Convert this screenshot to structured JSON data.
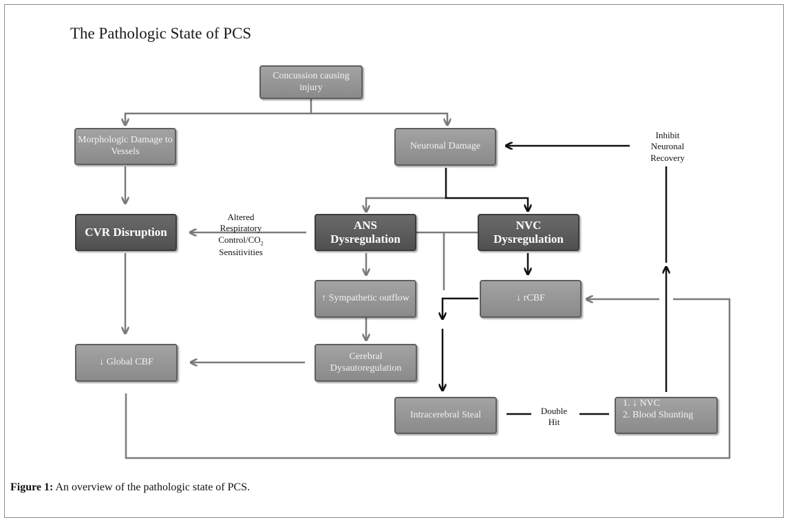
{
  "title": "The Pathologic State of PCS",
  "nodes": {
    "concussion": "Concussion causing injury",
    "morphologic": "Morphologic Damage to Vessels",
    "neuronal_damage": "Neuronal Damage",
    "cvr_disruption": "CVR Disruption",
    "ans_line1": "ANS",
    "ans_line2": "Dysregulation",
    "nvc_line1": "NVC",
    "nvc_line2": "Dysregulation",
    "sympathetic": "↑ Sympathetic outflow",
    "rcbf": "↓ rCBF",
    "global_cbf": "↓ Global CBF",
    "dysautoregulation": "Cerebral Dysautoregulation",
    "intracerebral_steal": "Intracerebral Steal",
    "nvc_item": "1. ↓ NVC",
    "shunting_item": "2. Blood Shunting"
  },
  "labels": {
    "altered_1": "Altered",
    "altered_2": "Respiratory",
    "altered_3": "Control/CO",
    "altered_sub": "2",
    "altered_4": "Sensitivities",
    "inhibit_1": "Inhibit",
    "inhibit_2": "Neuronal",
    "inhibit_3": "Recovery",
    "double_1": "Double",
    "double_2": "Hit"
  },
  "caption": {
    "label": "Figure 1:",
    "text": " An overview of the pathologic state of PCS."
  },
  "colors": {
    "light_node": "#959595",
    "dark_node": "#5a5a5a",
    "gray_arrow": "#7a7a7a",
    "black_arrow": "#111111"
  }
}
